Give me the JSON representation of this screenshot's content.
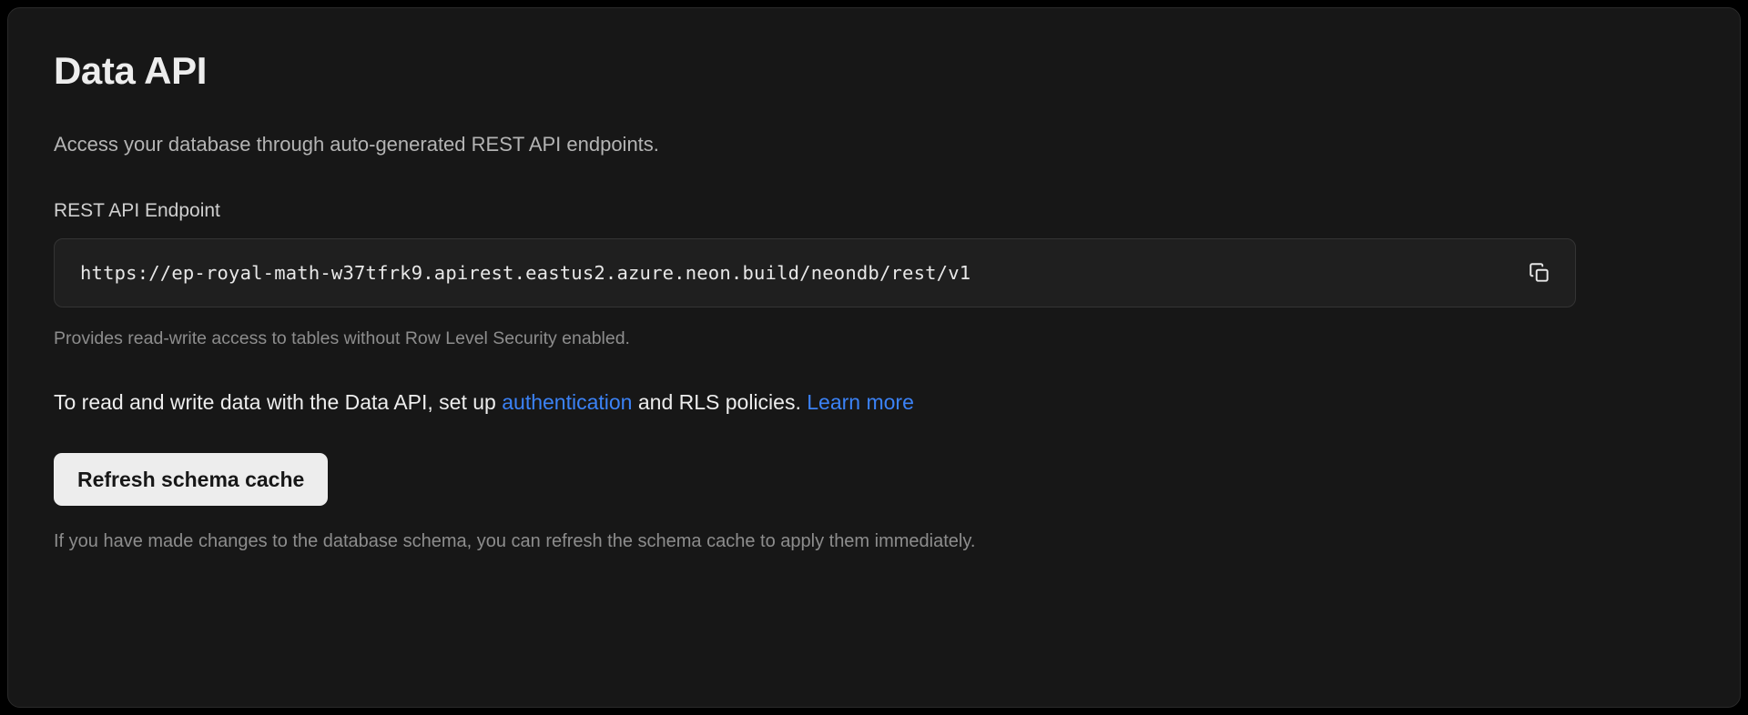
{
  "card": {
    "title": "Data API",
    "subtitle": "Access your database through auto-generated REST API endpoints.",
    "endpoint_field": {
      "label": "REST API Endpoint",
      "value": "https://ep-royal-math-w37tfrk9.apirest.eastus2.azure.neon.build/neondb/rest/v1",
      "placeholder": "https://",
      "copy_icon": "copy-icon",
      "hint": "Provides read-write access to tables without Row Level Security enabled."
    },
    "info_paragraph": {
      "lead": "To read and write data with the Data API, set up ",
      "auth_link": "authentication",
      "middle": " and RLS policies. ",
      "learn_more_link": "Learn more"
    },
    "refresh_button": {
      "label": "Refresh schema cache"
    },
    "footer_hint": "If you have made changes to the database schema, you can refresh the schema cache to apply them immediately."
  },
  "colors": {
    "page_background": "#000000",
    "card_background": "#171717",
    "card_border": "#2a2a2a",
    "input_background": "#1f1f1f",
    "input_border": "#343434",
    "primary_text": "#ededed",
    "muted_text": "#8d8d8d",
    "link": "#3b82f6",
    "button_background": "#ededed",
    "button_text": "#171717"
  }
}
